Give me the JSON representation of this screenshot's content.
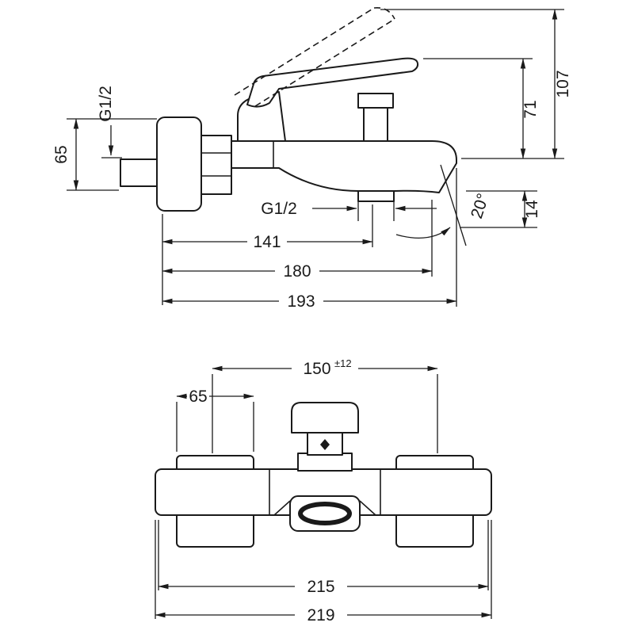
{
  "colors": {
    "ink": "#1a1a1a",
    "paper": "#ffffff"
  },
  "side_view": {
    "title": "side-elevation-of-bath-mixer",
    "labels": {
      "inlet_thread": "G1/2",
      "escutcheon_height": "65",
      "height_overall": "107",
      "height_handle": "71",
      "spout_tip_height": "14",
      "spout_angle": "20°",
      "aerator_thread": "G1/2",
      "depth_aerator": "141",
      "depth_spout": "180",
      "depth_overall": "193"
    }
  },
  "front_view": {
    "title": "front-elevation-of-bath-mixer",
    "labels": {
      "pipe_centers": "150",
      "pipe_centers_tolerance": "±12",
      "escutcheon_width": "65",
      "width_inner": "215",
      "width_overall": "219"
    }
  }
}
